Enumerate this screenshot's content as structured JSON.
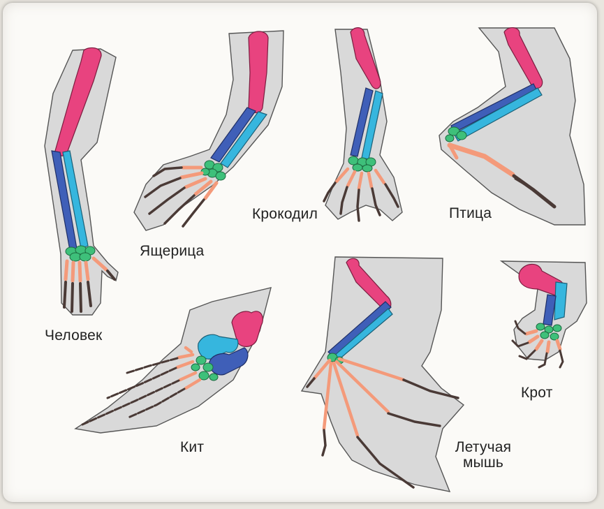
{
  "animals": [
    {
      "id": "human",
      "label": "Человек"
    },
    {
      "id": "lizard",
      "label": "Ящерица"
    },
    {
      "id": "crocodile",
      "label": "Крокодил"
    },
    {
      "id": "bird",
      "label": "Птица"
    },
    {
      "id": "whale",
      "label": "Кит"
    },
    {
      "id": "bat",
      "label": "Летучая мышь"
    },
    {
      "id": "mole",
      "label": "Крот"
    }
  ],
  "colors": {
    "humerus": "#e8437f",
    "radius": "#3f5fb8",
    "ulna": "#36b6de",
    "carpals": "#3ec07a",
    "metacarpals": "#f49a7a",
    "phalanges": "#4a3a36",
    "skin": "#d9d9d9"
  }
}
